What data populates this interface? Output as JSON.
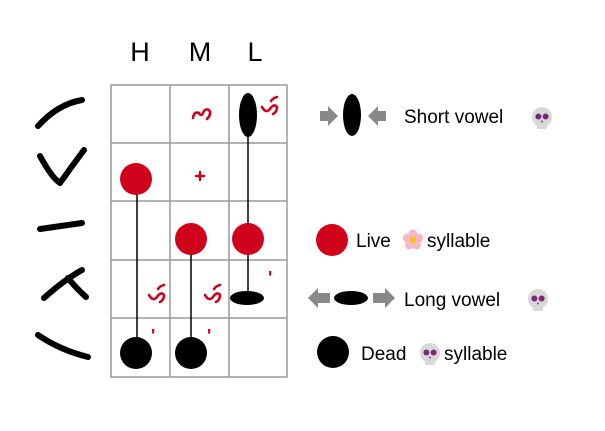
{
  "columns": [
    "H",
    "M",
    "L"
  ],
  "legend": {
    "short_vowel": "Short vowel",
    "live_prefix": "Live",
    "live_suffix": "syllable",
    "long_vowel": "Long vowel",
    "dead_prefix": "Dead",
    "dead_suffix": "syllable"
  },
  "icons": {
    "skull": "skull-emoji",
    "flower": "flower-emoji"
  },
  "colors": {
    "live": "#d0021b",
    "dead": "#000000",
    "grid": "#999999",
    "arrow": "#888888",
    "tone_mark": "#d0021b"
  },
  "tone_marks": {
    "apostrophe": "'",
    "plus": "+"
  }
}
